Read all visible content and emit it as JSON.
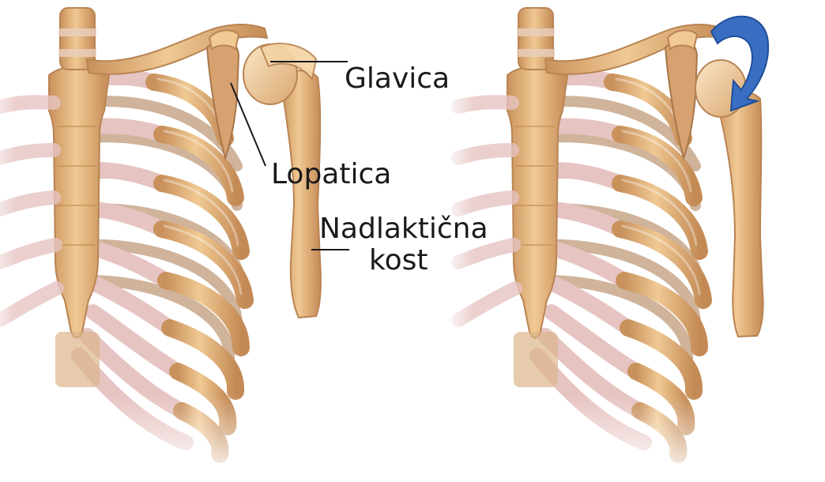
{
  "labels": {
    "head": "Glavica",
    "scapula": "Lopatica",
    "humerus_line1": "Nadlaktična",
    "humerus_line2": "kost"
  },
  "colors": {
    "bone": "#e7b77c",
    "bone_light": "#f3d3a3",
    "bone_shadow": "#b98453",
    "cartilage": "#e8c6c4",
    "cartilage_shadow": "#c99d9c",
    "arrow": "#3a6ec2",
    "line": "#1a1a1a"
  },
  "icons": {
    "rotation_arrow": "curved-arrow-icon"
  }
}
